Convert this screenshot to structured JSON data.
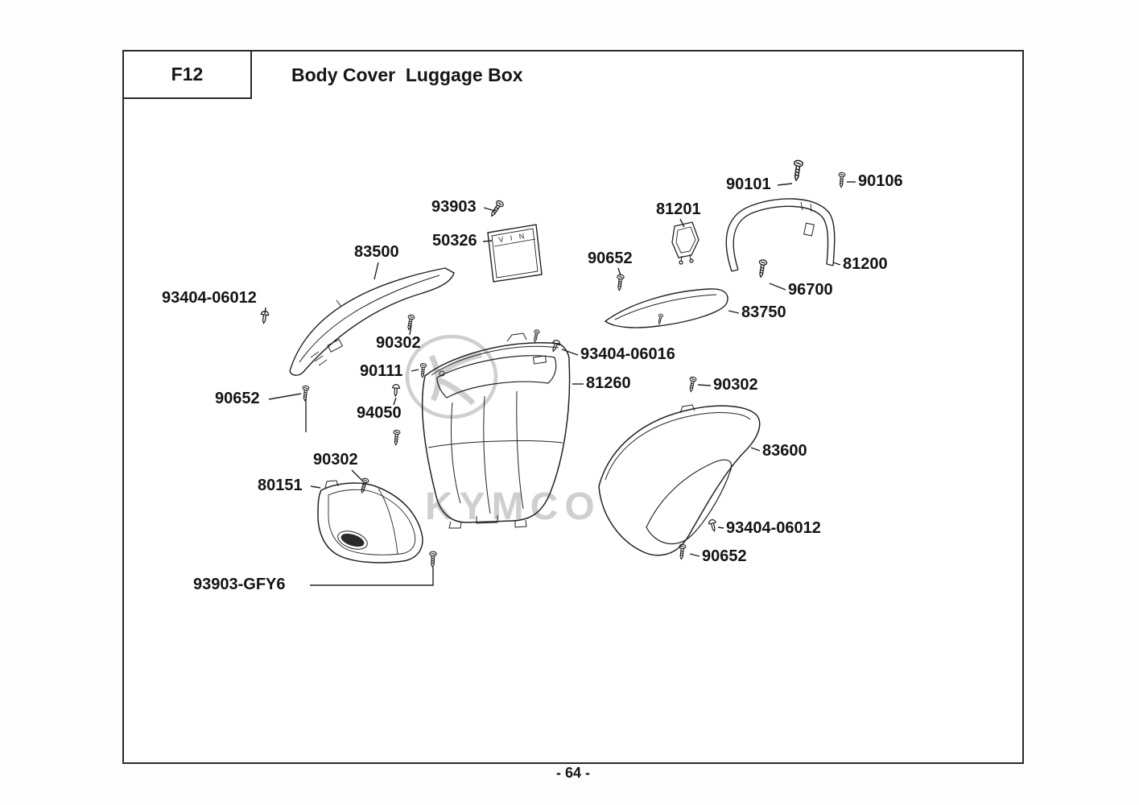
{
  "page": {
    "section_code": "F12",
    "title": "Body Cover  Luggage Box",
    "page_number": "- 64 -",
    "watermark_brand": "KYMCO",
    "vin_plate_text": "V I N"
  },
  "parts": [
    {
      "text": "93903"
    },
    {
      "text": "50326"
    },
    {
      "text": "83500"
    },
    {
      "text": "90101"
    },
    {
      "text": "90106"
    },
    {
      "text": "81201"
    },
    {
      "text": "81200"
    },
    {
      "text": "96700"
    },
    {
      "text": "90652"
    },
    {
      "text": "83750"
    },
    {
      "text": "93404-06012"
    },
    {
      "text": "90302"
    },
    {
      "text": "93404-06016"
    },
    {
      "text": "90111"
    },
    {
      "text": "81260"
    },
    {
      "text": "90302"
    },
    {
      "text": "90652"
    },
    {
      "text": "94050"
    },
    {
      "text": "83600"
    },
    {
      "text": "90302"
    },
    {
      "text": "80151"
    },
    {
      "text": "93404-06012"
    },
    {
      "text": "90652"
    },
    {
      "text": "93903-GFY6"
    }
  ]
}
